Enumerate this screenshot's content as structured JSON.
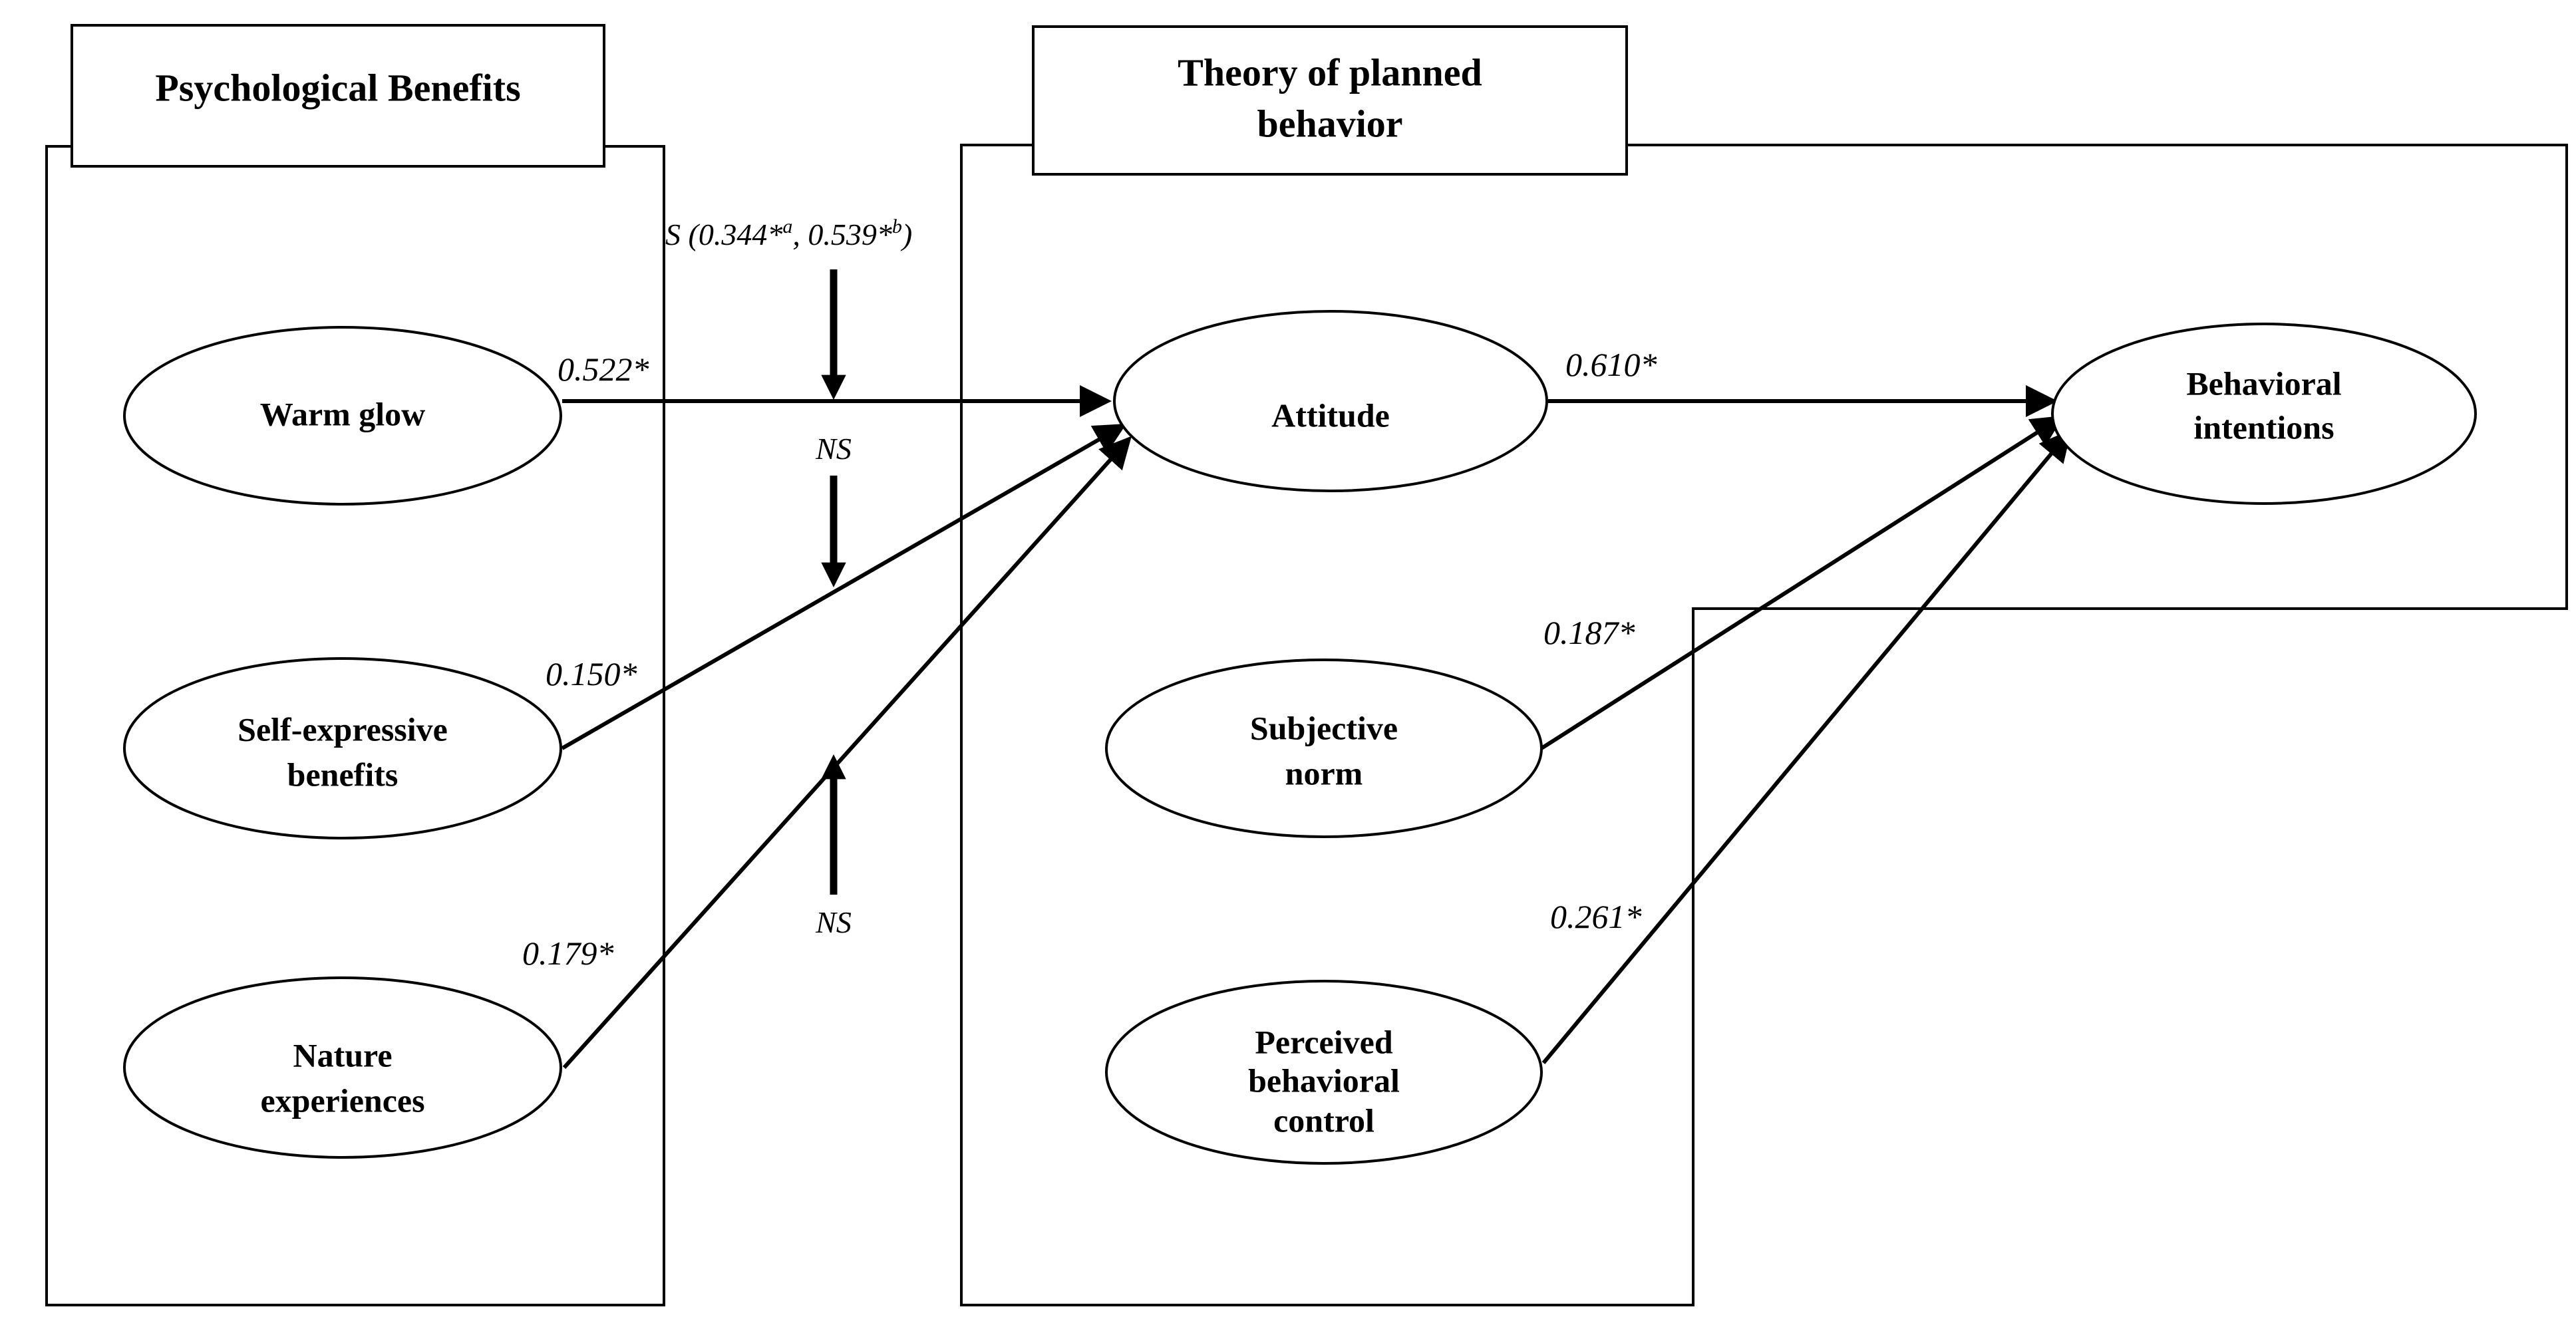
{
  "groups": {
    "psychological_benefits": "Psychological Benefits",
    "tpb_line1": "Theory of planned",
    "tpb_line2": "behavior"
  },
  "nodes": {
    "warm_glow": [
      "Warm glow"
    ],
    "self_expressive": [
      "Self-expressive",
      "benefits"
    ],
    "nature": [
      "Nature",
      "experiences"
    ],
    "attitude": [
      "Attitude"
    ],
    "behavioral_intentions": [
      "Behavioral",
      "intentions"
    ],
    "subjective_norm": [
      "Subjective",
      "norm"
    ],
    "pbc": [
      "Perceived",
      "behavioral",
      "control"
    ]
  },
  "paths": {
    "warm_glow_to_attitude": "0.522*",
    "self_expressive_to_attitude": "0.150*",
    "nature_to_attitude": "0.179*",
    "attitude_to_intentions": "0.610*",
    "norm_to_intentions": "0.187*",
    "pbc_to_intentions": "0.261*"
  },
  "moderation": {
    "warm_glow": {
      "prefix": "S (0.344*",
      "sup_a": "a",
      "mid": ", 0.539*",
      "sup_b": "b",
      "suffix": ")"
    },
    "self_expressive": "NS",
    "nature": "NS"
  }
}
